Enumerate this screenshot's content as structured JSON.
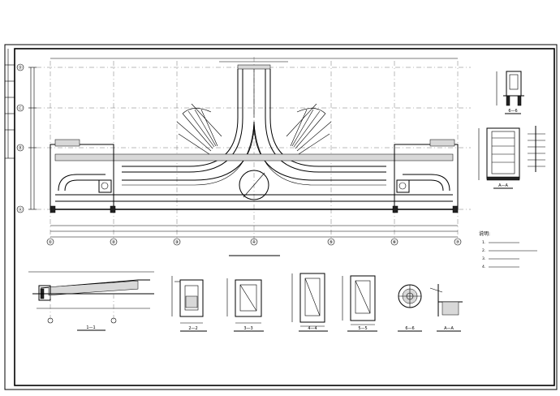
{
  "plan": {
    "title": "",
    "col_axes": [
      "①",
      "②",
      "③",
      "④",
      "⑤",
      "⑥",
      "⑦"
    ],
    "row_axes": [
      "Ⓐ",
      "Ⓑ",
      "Ⓒ",
      "Ⓓ"
    ]
  },
  "sections": [
    {
      "caption": "1—1"
    },
    {
      "caption": "2—2"
    },
    {
      "caption": "3—3"
    },
    {
      "caption": "4—4"
    },
    {
      "caption": "5—5"
    },
    {
      "caption": "6—6"
    },
    {
      "caption": "A—A"
    }
  ],
  "right_details": [
    {
      "caption": "6—6"
    },
    {
      "caption": "A—A"
    }
  ],
  "notes": {
    "heading": "说明:",
    "items": [
      "1.",
      "2.",
      "3.",
      "4."
    ]
  }
}
